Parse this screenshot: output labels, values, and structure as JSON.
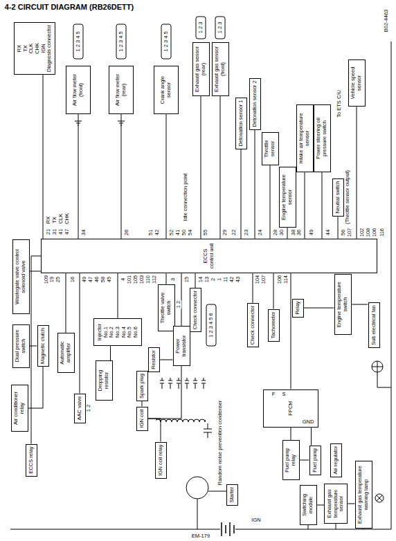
{
  "diagram": {
    "nodes": [
      {
        "text": [
          "RX",
          "TX",
          "CLK",
          "CHK",
          "IGN",
          "Diagnosis connector"
        ]
      },
      {
        "text": [
          "Air flow meter (front)"
        ]
      },
      {
        "text": [
          "Air flow meter (rear)"
        ]
      },
      {
        "text": [
          "Crank angle sensor"
        ]
      },
      {
        "text": [
          "ECCS control unit"
        ]
      },
      {
        "text": [
          "Exhaust gas sensor (rear)"
        ]
      },
      {
        "text": [
          "Exhaust gas sensor (front)"
        ]
      },
      {
        "text": [
          "Detonation sensor 1"
        ]
      },
      {
        "text": [
          "Detonation sensor 2"
        ]
      },
      {
        "text": [
          "Throttle sensor"
        ]
      },
      {
        "text": [
          "Intake air temperature sensor"
        ]
      },
      {
        "text": [
          "Power steering oil pressure switch"
        ]
      },
      {
        "text": [
          "Vehicle speed sensor"
        ]
      },
      {
        "text": [
          "Engine temperature sensor"
        ]
      },
      {
        "text": [
          "Neutral switch"
        ]
      },
      {
        "text": [
          "Wastegate valve control solenoid valve"
        ]
      },
      {
        "text": [
          "Dual pressure switch"
        ]
      },
      {
        "text": [
          "Magnetic clutch"
        ]
      },
      {
        "text": [
          "Automatic amplifier"
        ]
      },
      {
        "text": [
          "Air conditioner relay"
        ]
      },
      {
        "text": [
          "ECCS relay"
        ]
      },
      {
        "text": [
          "AAC valve"
        ]
      },
      {
        "text": [
          "Injector",
          "No.1",
          "No.2",
          "No.3",
          "No.4",
          "No.5",
          "No.6"
        ]
      },
      {
        "text": [
          "Dropping resistor"
        ]
      },
      {
        "text": [
          "Throttle valve switch"
        ]
      },
      {
        "text": [
          "Power transistor"
        ]
      },
      {
        "text": [
          "Resistor"
        ]
      },
      {
        "text": [
          "Check connector"
        ]
      },
      {
        "text": [
          "IGN coil"
        ]
      },
      {
        "text": [
          "Spark plug"
        ]
      },
      {
        "text": [
          "IGN coil relay"
        ]
      },
      {
        "text": [
          "Starter"
        ]
      },
      {
        "text": [
          "FPCM"
        ]
      },
      {
        "text": [
          "Tachometer"
        ]
      },
      {
        "text": [
          "Relay"
        ]
      },
      {
        "text": [
          "Engine temperature switch"
        ]
      },
      {
        "text": [
          "Sub electrical fan"
        ]
      },
      {
        "text": [
          "Fuel pump relay"
        ]
      },
      {
        "text": [
          "Fuel pump"
        ]
      },
      {
        "text": [
          "Air regulator"
        ]
      },
      {
        "text": [
          "Exhaust gas temperature warning lamp"
        ]
      },
      {
        "text": [
          "Switching module"
        ]
      },
      {
        "text": [
          "Exhaust gas temperature sensor"
        ]
      },
      {
        "text": [
          "Check connector"
        ]
      }
    ],
    "edges": [
      {
        "from": 0,
        "to": 4,
        "arrow": "none"
      },
      {
        "from": 1,
        "to": 4,
        "arrow": "none"
      },
      {
        "from": 2,
        "to": 4,
        "arrow": "none"
      },
      {
        "from": 3,
        "to": 4,
        "arrow": "none"
      },
      {
        "from": 5,
        "to": 4,
        "arrow": "none"
      },
      {
        "from": 6,
        "to": 4,
        "arrow": "none"
      },
      {
        "from": 7,
        "to": 4,
        "arrow": "none"
      },
      {
        "from": 8,
        "to": 4,
        "arrow": "none"
      },
      {
        "from": 9,
        "to": 4,
        "arrow": "none"
      },
      {
        "from": 10,
        "to": 4,
        "arrow": "none"
      },
      {
        "from": 11,
        "to": 4,
        "arrow": "none"
      },
      {
        "from": 12,
        "to": 4,
        "arrow": "none"
      },
      {
        "from": 13,
        "to": 4,
        "arrow": "none"
      },
      {
        "from": 14,
        "to": 4,
        "arrow": "none"
      },
      {
        "from": 15,
        "to": 4,
        "arrow": "none"
      },
      {
        "from": 18,
        "to": 4,
        "arrow": "none"
      },
      {
        "from": 21,
        "to": 4,
        "arrow": "none"
      },
      {
        "from": 22,
        "to": 4,
        "arrow": "none"
      },
      {
        "from": 24,
        "to": 4,
        "arrow": "none"
      },
      {
        "from": 25,
        "to": 4,
        "arrow": "none"
      },
      {
        "from": 27,
        "to": 4,
        "arrow": "none"
      },
      {
        "from": 20,
        "to": 4,
        "arrow": "none"
      },
      {
        "from": 33,
        "to": 4,
        "arrow": "none"
      },
      {
        "from": 43,
        "to": 4,
        "arrow": "none"
      },
      {
        "from": 32,
        "to": 4,
        "arrow": "none"
      },
      {
        "from": 22,
        "to": 23,
        "arrow": "none"
      },
      {
        "from": 26,
        "to": 25,
        "arrow": "none"
      },
      {
        "from": 25,
        "to": 28,
        "arrow": "none"
      },
      {
        "from": 28,
        "to": 29,
        "arrow": "none"
      },
      {
        "from": 30,
        "to": 28,
        "arrow": "none"
      },
      {
        "from": 16,
        "to": 17,
        "arrow": "none"
      },
      {
        "from": 17,
        "to": 19,
        "arrow": "none"
      },
      {
        "from": 34,
        "to": 35,
        "arrow": "none"
      },
      {
        "from": 35,
        "to": 36,
        "arrow": "none"
      },
      {
        "from": 32,
        "to": 38,
        "arrow": "none"
      },
      {
        "from": 37,
        "to": 32,
        "arrow": "none"
      },
      {
        "from": 37,
        "to": 38,
        "arrow": "none"
      },
      {
        "from": 41,
        "to": 42,
        "arrow": "none"
      },
      {
        "from": 42,
        "to": 40,
        "arrow": "none"
      }
    ],
    "labels": [
      "4-2 CIRCUIT DIAGRAM (RB26DETT)",
      "B02-4463",
      "21",
      "31",
      "41",
      "47",
      "RX",
      "TX",
      "CLK",
      "CHK",
      "34",
      "26",
      "51",
      "42",
      "52",
      "41",
      "50",
      "54",
      "55",
      "29",
      "22",
      "23",
      "24",
      "28",
      "30",
      "38",
      "36",
      "49",
      "44",
      "56",
      "107",
      "102",
      "108",
      "106",
      "116",
      "109",
      "19",
      "25",
      "16",
      "49",
      "47",
      "46",
      "58",
      "45",
      "4",
      "101",
      "105",
      "103",
      "110",
      "112",
      "3",
      "15",
      "14",
      "13",
      "2",
      "1",
      "11",
      "42",
      "43",
      "104",
      "107",
      "106",
      "114",
      "Idle connection point",
      "To ETS C/U",
      "(Throttle sensor output)",
      "Random noise prevention condenser",
      "IGN",
      "1 2 3 4 5",
      "1 2 3 4 5",
      "1 2 3 4 5",
      "1 2 3",
      "1 2 3",
      "1 2 3 4 5 6",
      "1 2",
      "F",
      "S",
      "GND",
      "1 2",
      "EM-179"
    ]
  }
}
